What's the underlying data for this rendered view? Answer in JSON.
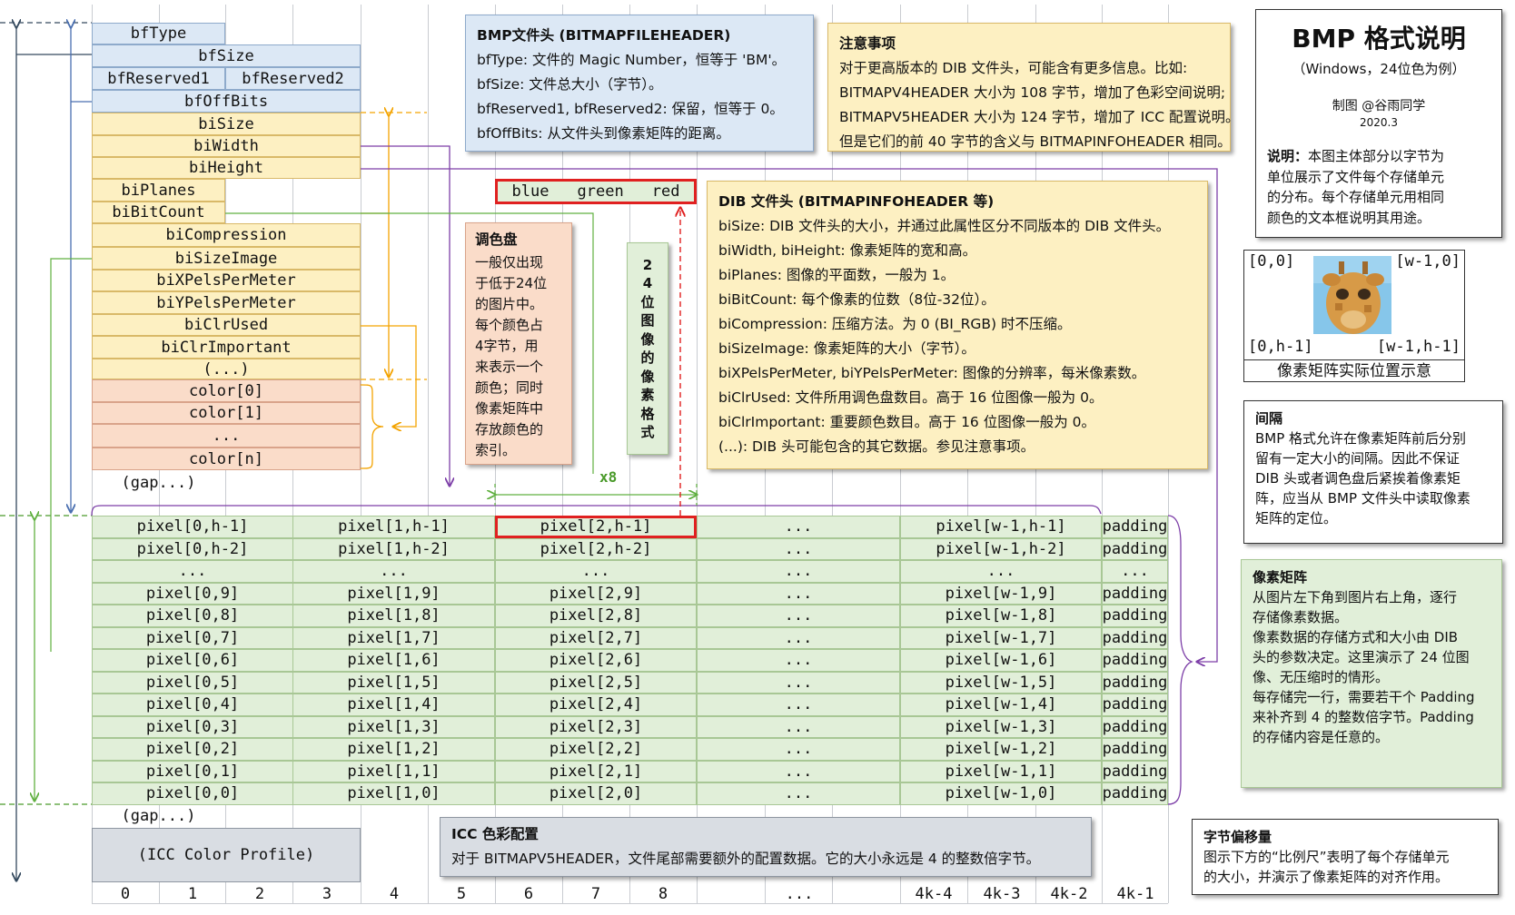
{
  "title_box": {
    "title": "BMP 格式说明",
    "subtitle": "（Windows，24位色为例）",
    "author": "制图 @谷雨同学",
    "date": "2020.3",
    "note_label": "说明：",
    "note_lines": [
      "本图主体部分以字节为",
      "单位展示了文件每个存储单元",
      "的分布。每个存储单元用相同",
      "颜色的文本框说明其用途。"
    ]
  },
  "header_fields": {
    "bfType": "bfType",
    "bfSize": "bfSize",
    "bfReserved1": "bfReserved1",
    "bfReserved2": "bfReserved2",
    "bfOffBits": "bfOffBits"
  },
  "dib_fields": [
    "biSize",
    "biWidth",
    "biHeight",
    "biPlanes",
    "biBitCount",
    "biCompression",
    "biSizeImage",
    "biXPelsPerMeter",
    "biYPelsPerMeter",
    "biClrUsed",
    "biClrImportant",
    "(...)"
  ],
  "palette_fields": [
    "color[0]",
    "color[1]",
    "...",
    "color[n]"
  ],
  "gap_label": "(gap...)",
  "icc_profile_label": "(ICC Color Profile)",
  "pixel_rows": [
    [
      "pixel[0,h-1]",
      "pixel[1,h-1]",
      "pixel[2,h-1]",
      "...",
      "pixel[w-1,h-1]",
      "padding"
    ],
    [
      "pixel[0,h-2]",
      "pixel[1,h-2]",
      "pixel[2,h-2]",
      "...",
      "pixel[w-1,h-2]",
      "padding"
    ],
    [
      "...",
      "...",
      "...",
      "...",
      "...",
      "..."
    ],
    [
      "pixel[0,9]",
      "pixel[1,9]",
      "pixel[2,9]",
      "...",
      "pixel[w-1,9]",
      "padding"
    ],
    [
      "pixel[0,8]",
      "pixel[1,8]",
      "pixel[2,8]",
      "...",
      "pixel[w-1,8]",
      "padding"
    ],
    [
      "pixel[0,7]",
      "pixel[1,7]",
      "pixel[2,7]",
      "...",
      "pixel[w-1,7]",
      "padding"
    ],
    [
      "pixel[0,6]",
      "pixel[1,6]",
      "pixel[2,6]",
      "...",
      "pixel[w-1,6]",
      "padding"
    ],
    [
      "pixel[0,5]",
      "pixel[1,5]",
      "pixel[2,5]",
      "...",
      "pixel[w-1,5]",
      "padding"
    ],
    [
      "pixel[0,4]",
      "pixel[1,4]",
      "pixel[2,4]",
      "...",
      "pixel[w-1,4]",
      "padding"
    ],
    [
      "pixel[0,3]",
      "pixel[1,3]",
      "pixel[2,3]",
      "...",
      "pixel[w-1,3]",
      "padding"
    ],
    [
      "pixel[0,2]",
      "pixel[1,2]",
      "pixel[2,2]",
      "...",
      "pixel[w-1,2]",
      "padding"
    ],
    [
      "pixel[0,1]",
      "pixel[1,1]",
      "pixel[2,1]",
      "...",
      "pixel[w-1,1]",
      "padding"
    ],
    [
      "pixel[0,0]",
      "pixel[1,0]",
      "pixel[2,0]",
      "...",
      "pixel[w-1,0]",
      "padding"
    ]
  ],
  "ruler": [
    "0",
    "1",
    "2",
    "3",
    "4",
    "5",
    "6",
    "7",
    "8",
    "...",
    "4k-4",
    "4k-3",
    "4k-2",
    "4k-1"
  ],
  "x8_label": "x8",
  "bgr": {
    "blue": "blue",
    "green": "green",
    "red": "red"
  },
  "format24": [
    "2",
    "4",
    "位",
    "图",
    "像",
    "的",
    "像",
    "素",
    "格",
    "式"
  ],
  "palette_note": {
    "title": "调色盘",
    "lines": [
      "一般仅出现",
      "于低于24位",
      "的图片中。",
      "每个颜色占",
      "4字节，用",
      "来表示一个",
      "颜色；同时",
      "像素矩阵中",
      "存放颜色的",
      "索引。"
    ]
  },
  "bmp_header_note": {
    "title": "BMP文件头 (BITMAPFILEHEADER)",
    "lines": [
      "bfType: 文件的 Magic Number，恒等于 'BM'。",
      "bfSize: 文件总大小（字节）。",
      "bfReserved1, bfReserved2: 保留，恒等于 0。",
      "bfOffBits: 从文件头到像素矩阵的距离。"
    ]
  },
  "notice_note": {
    "title": "注意事项",
    "lines": [
      "对于更高版本的 DIB 文件头，可能含有更多信息。比如:",
      "BITMAPV4HEADER 大小为 108 字节，增加了色彩空间说明;",
      "BITMAPV5HEADER 大小为 124 字节，增加了 ICC 配置说明。",
      "但是它们的前 40 字节的含义与 BITMAPINFOHEADER 相同。"
    ]
  },
  "dib_note": {
    "title": "DIB 文件头 (BITMAPINFOHEADER 等)",
    "lines": [
      "biSize: DIB 文件头的大小，并通过此属性区分不同版本的 DIB 文件头。",
      "biWidth, biHeight: 像素矩阵的宽和高。",
      "biPlanes: 图像的平面数，一般为 1。",
      "biBitCount: 每个像素的位数（8位-32位）。",
      "biCompression: 压缩方法。为 0 (BI_RGB) 时不压缩。",
      "biSizeImage: 像素矩阵的大小（字节）。",
      "biXPelsPerMeter, biYPelsPerMeter: 图像的分辨率，每米像素数。",
      "biClrUsed: 文件所用调色盘数目。高于 16 位图像一般为 0。",
      "biClrImportant: 重要颜色数目。高于 16 位图像一般为 0。",
      "(...): DIB 头可能包含的其它数据。参见注意事项。"
    ]
  },
  "icc_note": {
    "title": "ICC 色彩配置",
    "line": "对于 BITMAPV5HEADER，文件尾部需要额外的配置数据。它的大小永远是 4 的整数倍字节。"
  },
  "position_demo": {
    "tl": "[0,0]",
    "tr": "[w-1,0]",
    "bl": "[0,h-1]",
    "br": "[w-1,h-1]",
    "caption": "像素矩阵实际位置示意"
  },
  "gap_note": {
    "title": "间隔",
    "lines": [
      "BMP 格式允许在像素矩阵前后分别",
      "留有一定大小的间隔。因此不保证",
      "DIB 头或者调色盘后紧挨着像素矩",
      "阵，应当从 BMP 文件头中读取像素",
      "矩阵的定位。"
    ]
  },
  "pixel_note": {
    "title": "像素矩阵",
    "lines": [
      "从图片左下角到图片右上角，逐行",
      "存储像素数据。",
      "像素数据的存储方式和大小由 DIB",
      "头的参数决定。这里演示了 24 位图",
      "像、无压缩时的情形。",
      "每存储完一行，需要若干个 Padding",
      "来补齐到 4 的整数倍字节。Padding",
      "的存储内容是任意的。"
    ]
  },
  "offset_note": {
    "title": "字节偏移量",
    "lines": [
      "图示下方的“比例尺”表明了每个存储单元",
      "的大小，并演示了像素矩阵的对齐作用。"
    ]
  },
  "colors": {
    "header_blue": "#dce8f5",
    "dib_yellow": "#fdf0c2",
    "palette_salmon": "#fadcc9",
    "pixel_green": "#e1efd9",
    "icc_gray": "#d9dde3",
    "highlight_red": "#e02020",
    "arrow_purple": "#7d3fa8",
    "arrow_orange": "#f3a300",
    "arrow_green": "#60b040"
  }
}
